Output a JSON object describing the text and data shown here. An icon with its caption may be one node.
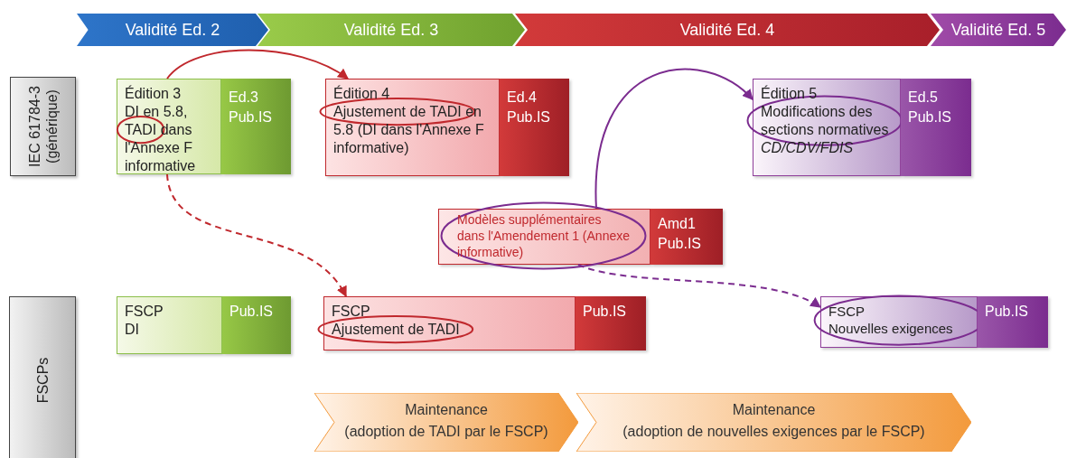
{
  "diagram": {
    "nodes": [
      {
        "text": [
          "Validité Ed. 2"
        ]
      },
      {
        "text": [
          "Validité Ed. 3"
        ]
      },
      {
        "text": [
          "Validité  Ed. 4"
        ]
      },
      {
        "text": [
          "Validité Ed. 5"
        ]
      },
      {
        "text": [
          "IEC 61784-3 (générique)"
        ]
      },
      {
        "text": [
          "Édition 3",
          "DI en 5.8, TADI dans l'Annexe F informative",
          "Ed.3 Pub.IS"
        ]
      },
      {
        "text": [
          "Édition 4",
          "Ajustement de TADI en 5.8 (DI dans l'Annexe F informative)",
          "Ed.4 Pub.IS"
        ]
      },
      {
        "text": [
          "Édition 5",
          "Modifications des sections normatives",
          "CD/CDV/FDIS",
          "Ed.5 Pub.IS"
        ]
      },
      {
        "text": [
          "Modèles supplémentaires dans l'Amendement 1 (Annexe informative)",
          "Amd1 Pub.IS"
        ]
      },
      {
        "text": [
          "FSCPs"
        ]
      },
      {
        "text": [
          "FSCP",
          "DI",
          "Pub.IS"
        ]
      },
      {
        "text": [
          "FSCP",
          "Ajustement de TADI",
          "Pub.IS"
        ]
      },
      {
        "text": [
          "FSCP",
          "Nouvelles exigences",
          "Pub.IS"
        ]
      },
      {
        "text": [
          "Maintenance",
          "(adoption de TADI par le FSCP)"
        ]
      },
      {
        "text": [
          "Maintenance",
          "(adoption de nouvelles exigences par le FSCP)"
        ]
      }
    ],
    "edges": [
      {
        "from": 5,
        "to": 6,
        "arrow": "to",
        "color": "#c0282d"
      },
      {
        "from": 5,
        "to": 11,
        "arrow": "to",
        "style": "dashed",
        "color": "#c0282d"
      },
      {
        "from": 8,
        "to": 7,
        "arrow": "to",
        "color": "#7b2c8f"
      },
      {
        "from": 8,
        "to": 12,
        "arrow": "to",
        "style": "dashed",
        "color": "#7b2c8f"
      }
    ]
  }
}
